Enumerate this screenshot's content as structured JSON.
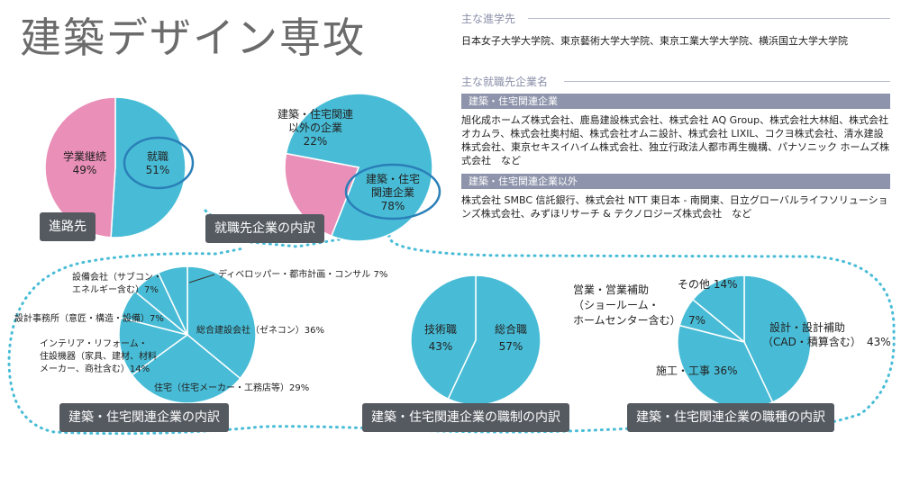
{
  "page_title": "建築デザイン専攻",
  "sections": {
    "shingaku": {
      "heading": "主な進学先",
      "text": "日本女子大学大学院、東京藝術大学大学院、東京工業大学大学院、横浜国立大学大学院"
    },
    "shushoku": {
      "heading": "主な就職先企業名",
      "bar1": "建築・住宅関連企業",
      "text1": "旭化成ホームズ株式会社、鹿島建設株式会社、株式会社 AQ Group、株式会社大林組、株式会社オカムラ、株式会社奥村組、株式会社オムニ設計、株式会社 LIXIL、コクヨ株式会社、清水建設株式会社、東京セキスイハイム株式会社、独立行政法人都市再生機構、パナソニック ホームズ株式会社　など",
      "bar2": "建築・住宅関連企業以外",
      "text2": "株式会社 SMBC 信託銀行、株式会社 NTT 東日本 - 南関東、日立グローバルライフソリューションズ株式会社、みずほリサーチ & テクノロジーズ株式会社　など"
    }
  },
  "tags": {
    "shinro": "進路先",
    "naiyaku1": "就職先企業の内訳",
    "naiyaku2": "建築・住宅関連企業の内訳",
    "naiyaku3": "建築・住宅関連企業の職制の内訳",
    "naiyaku4": "建築・住宅関連企業の職種の内訳"
  },
  "colors": {
    "blue": "#48bcd6",
    "pink": "#e98fb8",
    "label_dark": "#555a61",
    "accent_ring": "#2a7fb8",
    "bar": "#8e94ab"
  },
  "chart_data": [
    {
      "type": "pie",
      "slices": [
        {
          "label": "就職",
          "value": 51,
          "value_text": "51%"
        },
        {
          "label": "学業継続",
          "value": 49,
          "value_text": "49%"
        }
      ]
    },
    {
      "type": "pie",
      "slices": [
        {
          "label": "建築・住宅関連企業",
          "value": 78,
          "value_text": "78%"
        },
        {
          "label": "建築・住宅関連以外の企業",
          "value": 22,
          "value_text": "22%"
        }
      ]
    },
    {
      "type": "pie",
      "slices": [
        {
          "label": "総合建設会社（ゼネコン）",
          "value": 36,
          "value_text": "36%"
        },
        {
          "label": "住宅（住宅メーカー・工務店等）",
          "value": 29,
          "value_text": "29%"
        },
        {
          "label": "インテリア・リフォーム・住設機器（家具、建材、材料メーカー、商社含む）",
          "value": 14,
          "value_text": "14%"
        },
        {
          "label": "設計事務所（意匠・構造・設備）",
          "value": 7,
          "value_text": "7%"
        },
        {
          "label": "設備会社（サブコン・エネルギー含む）",
          "value": 7,
          "value_text": "7%"
        },
        {
          "label": "ディベロッパー・都市計画・コンサル",
          "value": 7,
          "value_text": "7%"
        }
      ]
    },
    {
      "type": "pie",
      "slices": [
        {
          "label": "総合職",
          "value": 57,
          "value_text": "57%"
        },
        {
          "label": "技術職",
          "value": 43,
          "value_text": "43%"
        }
      ]
    },
    {
      "type": "pie",
      "slices": [
        {
          "label": "設計・設計補助（CAD・積算含む）",
          "value": 43,
          "value_text": "43%"
        },
        {
          "label": "施工・工事",
          "value": 36,
          "value_text": "36%"
        },
        {
          "label": "営業・営業補助（ショールーム・ホームセンター含む）",
          "value": 7,
          "value_text": "7%"
        },
        {
          "label": "その他",
          "value": 14,
          "value_text": "14%"
        }
      ]
    }
  ],
  "labels": {
    "p1_shushoku_line1": "就職",
    "p1_shushoku_line2": "51%",
    "p1_gakugyo_line1": "学業継続",
    "p1_gakugyo_line2": "49%",
    "p2_kanren_line1": "建築・住宅",
    "p2_kanren_line2": "関連企業",
    "p2_kanren_line3": "78%",
    "p2_igai_line1": "建築・住宅関連",
    "p2_igai_line2": "以外の企業",
    "p2_igai_line3": "22%",
    "p3_zenekon": "総合建設会社（ゼネコン）36%",
    "p3_jutaku": "住宅（住宅メーカー・工務店等）29%",
    "p3_interior_line1": "インテリア・リフォーム・",
    "p3_interior_line2": "住設機器（家具、建材、材料",
    "p3_interior_line3": "メーカー、商社含む）14%",
    "p3_sekkei": "設計事務所（意匠・構造・設備）7%",
    "p3_setsubi_line1": "設備会社（サブコン・",
    "p3_setsubi_line2": "エネルギー含む）7%",
    "p3_dev": "ディベロッパー・都市計画・コンサル 7%",
    "p4_sogo_line1": "総合職",
    "p4_sogo_line2": "57%",
    "p4_gijutsu_line1": "技術職",
    "p4_gijutsu_line2": "43%",
    "p5_sekkei_line1": "設計・設計補助",
    "p5_sekkei_line2": "（CAD・積算含む）",
    "p5_sekkei_line3": "43%",
    "p5_seko": "施工・工事 36%",
    "p5_eigyo_line1": "営業・営業補助",
    "p5_eigyo_line2": "（ショールーム・",
    "p5_eigyo_line3": "ホームセンター含む）",
    "p5_eigyo_line4": "7%",
    "p5_sonota": "その他 14%"
  }
}
